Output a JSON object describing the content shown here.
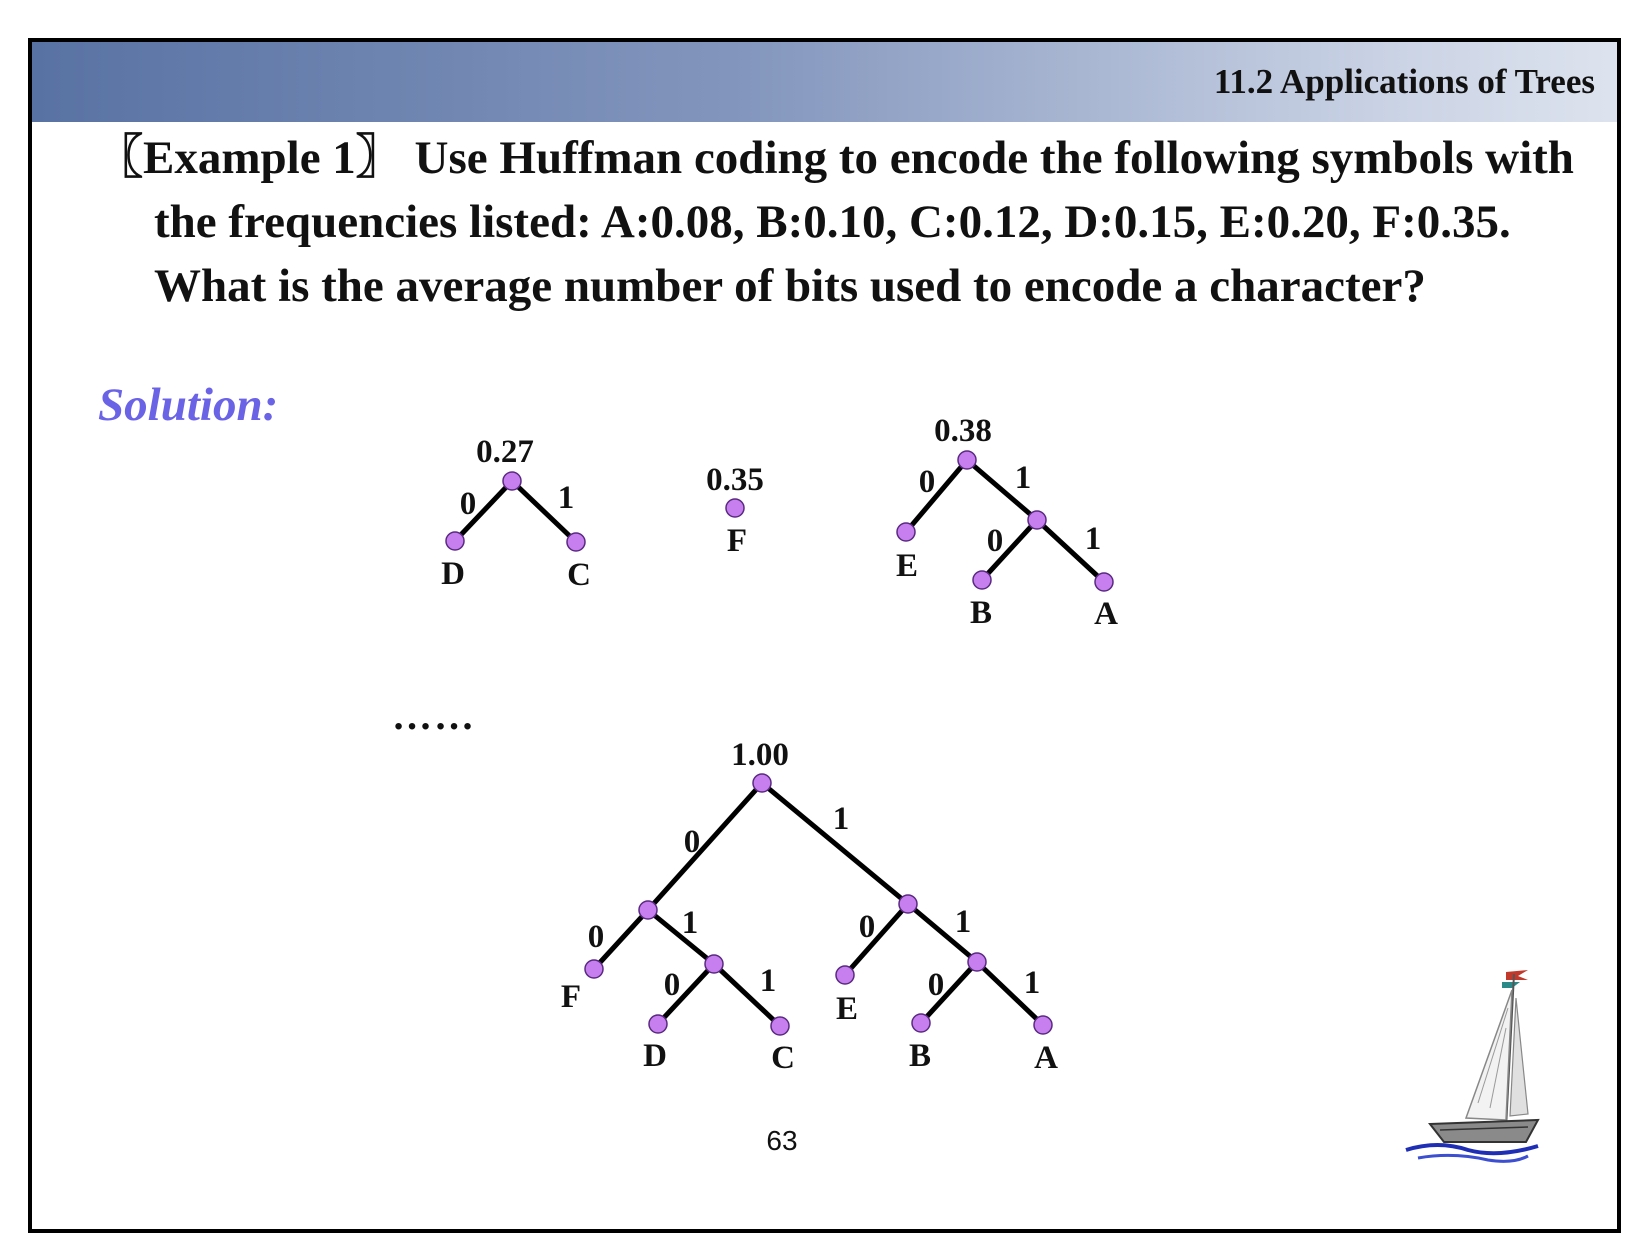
{
  "header": {
    "section_title": "11.2 Applications of Trees"
  },
  "problem": {
    "text": "〖Example 1〗 Use Huffman coding to encode the following symbols with the frequencies listed: A:0.08, B:0.10, C:0.12, D:0.15, E:0.20, F:0.35. What is the average number of bits used to encode a character?"
  },
  "solution_label": "Solution:",
  "ellipsis": "……",
  "page_number": "63",
  "colors": {
    "node_fill": "#c77ff0",
    "solution_text": "#6b63e6",
    "header_gradient_start": "#5872a3"
  },
  "trees": {
    "tree_027": {
      "root_weight": "0.27",
      "left_edge": "0",
      "right_edge": "1",
      "left_leaf": "D",
      "right_leaf": "C"
    },
    "tree_035": {
      "root_weight": "0.35",
      "leaf": "F"
    },
    "tree_038": {
      "root_weight": "0.38",
      "left_edge": "0",
      "right_edge": "1",
      "left_leaf": "E",
      "inner_left_edge": "0",
      "inner_right_edge": "1",
      "inner_left_leaf": "B",
      "inner_right_leaf": "A"
    },
    "final_tree": {
      "root_weight": "1.00",
      "edge_root_left": "0",
      "edge_root_right": "1",
      "edge_l_left": "0",
      "edge_l_right": "1",
      "edge_lr_left": "0",
      "edge_lr_right": "1",
      "edge_r_left": "0",
      "edge_r_right": "1",
      "edge_rr_left": "0",
      "edge_rr_right": "1",
      "leaf_f": "F",
      "leaf_d": "D",
      "leaf_c": "C",
      "leaf_e": "E",
      "leaf_b": "B",
      "leaf_a": "A"
    }
  }
}
